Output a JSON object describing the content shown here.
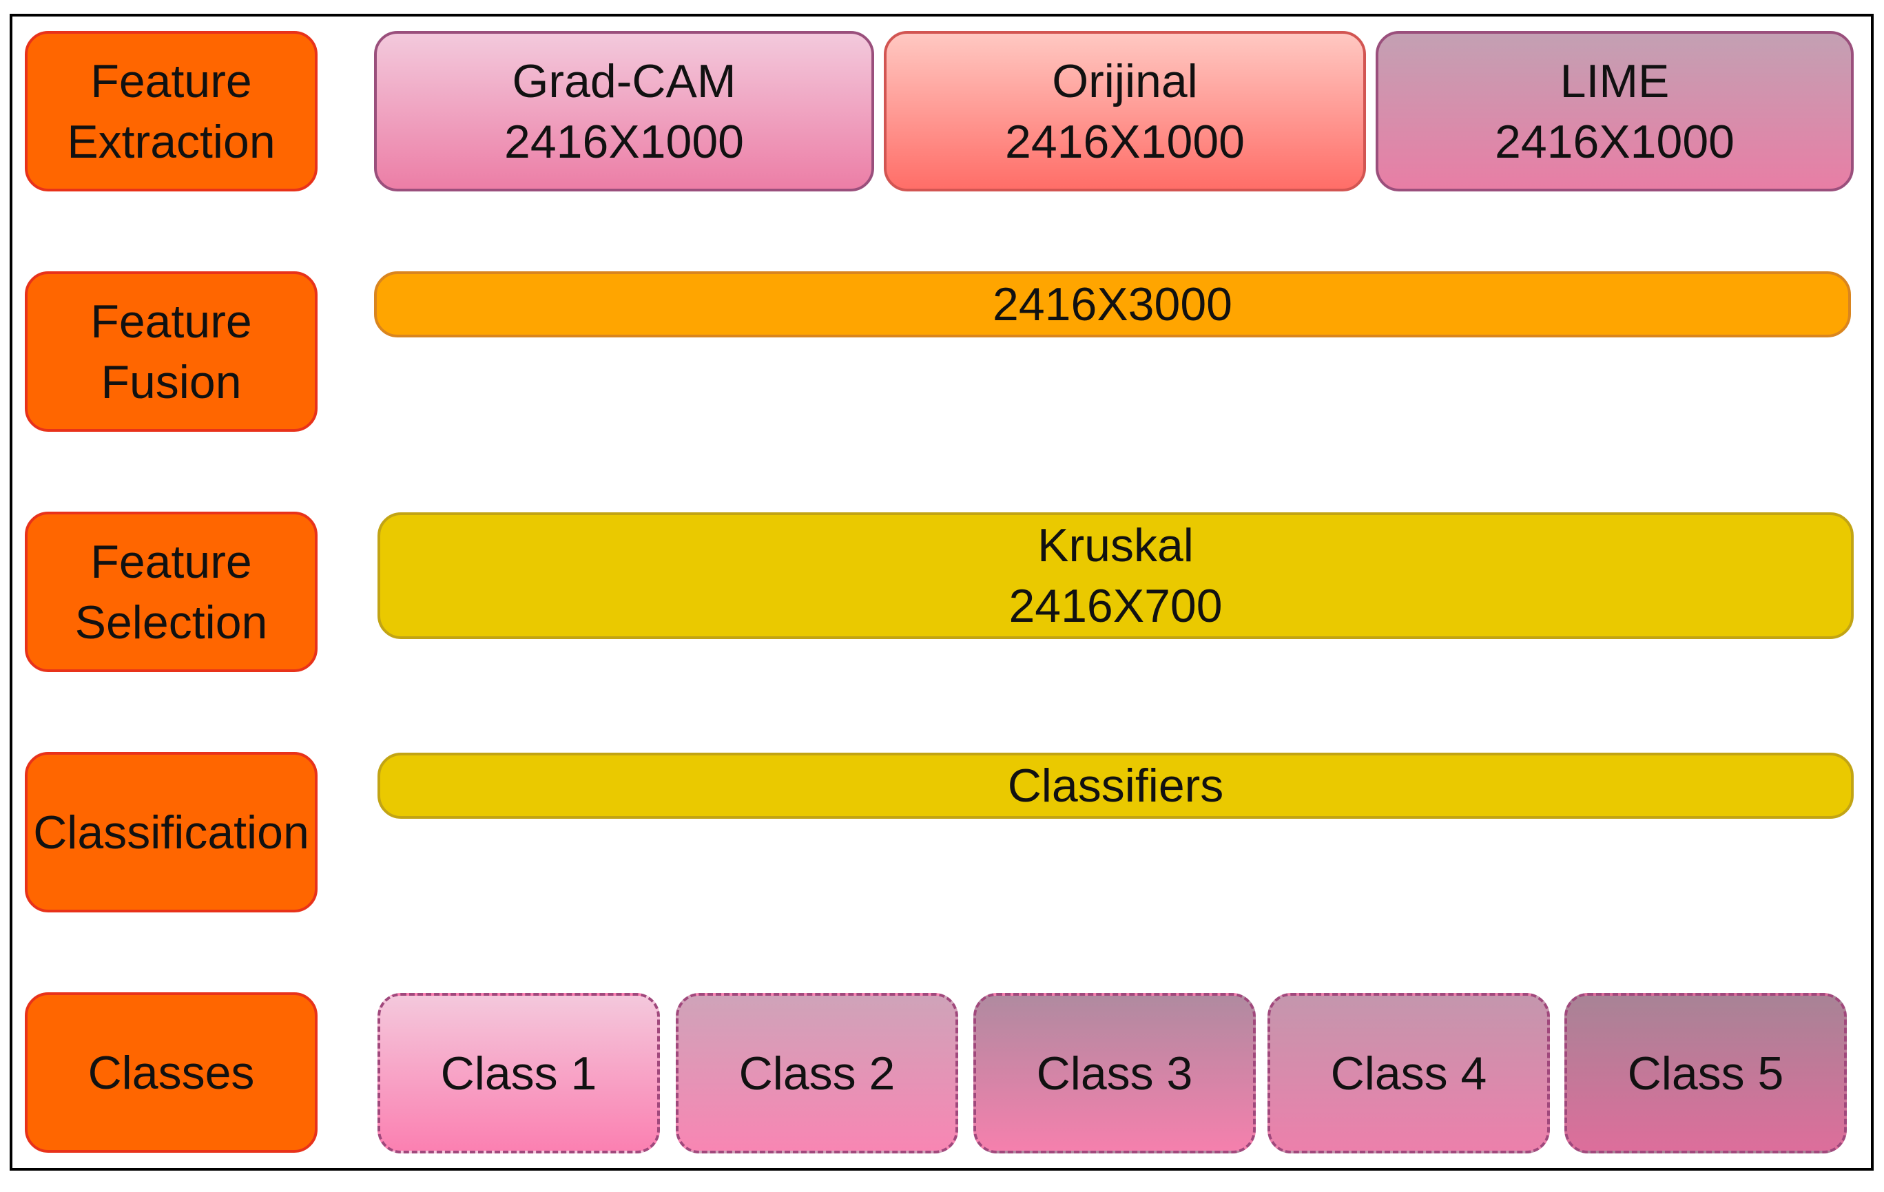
{
  "stages": {
    "extraction": [
      "Feature",
      "Extraction"
    ],
    "fusion": [
      "Feature",
      "Fusion"
    ],
    "selection": [
      "Feature",
      "Selection"
    ],
    "classification": [
      "Classification"
    ],
    "classes": [
      "Classes"
    ]
  },
  "extraction_boxes": [
    {
      "name": "Grad-CAM",
      "size": "2416X1000"
    },
    {
      "name": "Orijinal",
      "size": "2416X1000"
    },
    {
      "name": "LIME",
      "size": "2416X1000"
    }
  ],
  "fusion": {
    "size": "2416X3000"
  },
  "selection": {
    "name": "Kruskal",
    "size": "2416X700"
  },
  "classification": {
    "label": "Classifiers"
  },
  "classes": [
    "Class 1",
    "Class 2",
    "Class 3",
    "Class 4",
    "Class 5"
  ],
  "colors": {
    "stage_fill": "#ff6600",
    "fusion_fill": "#ffa500",
    "selection_fill": "#eac900",
    "class_border": "#a0487c"
  }
}
